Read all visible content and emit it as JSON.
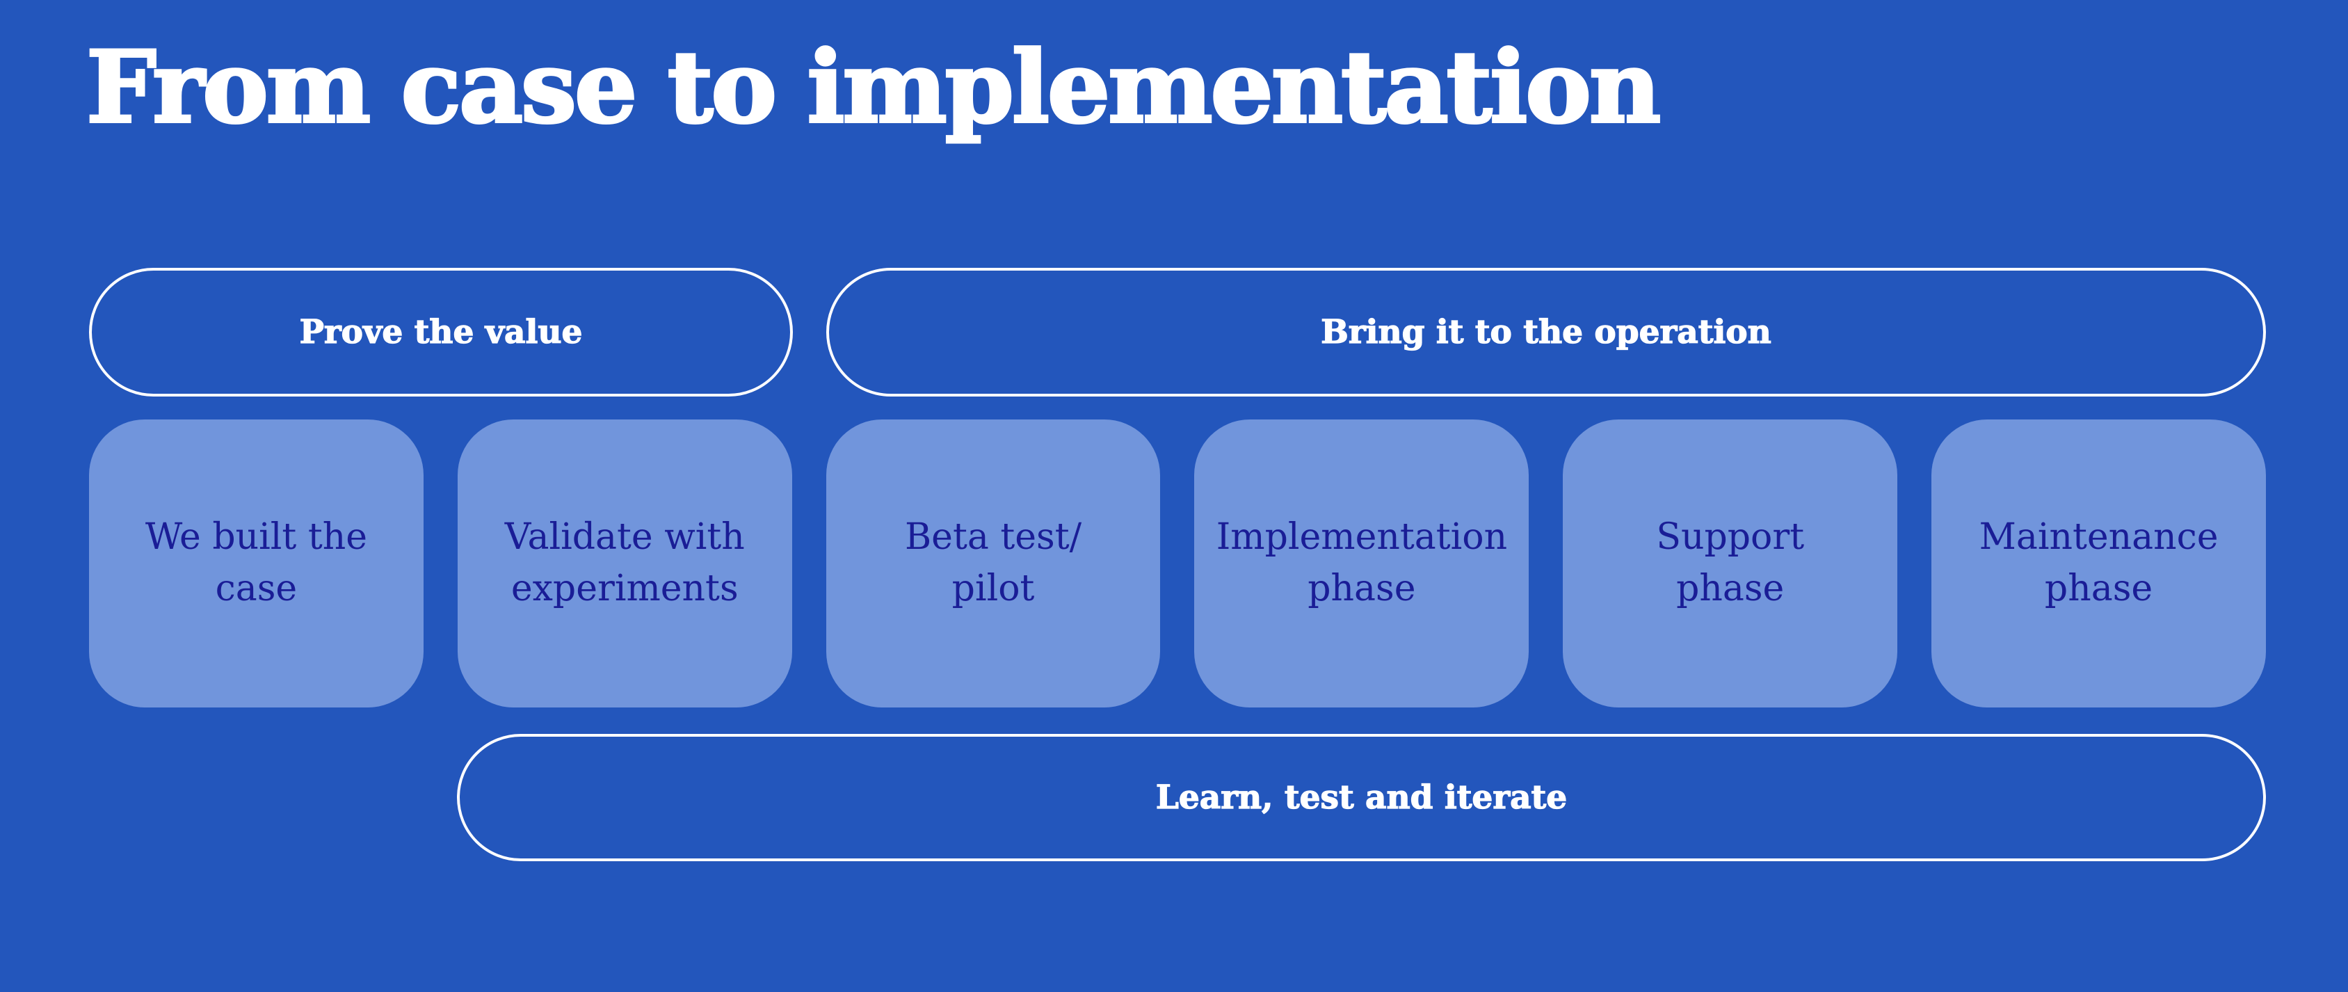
{
  "title": "From case to implementation",
  "banners": {
    "prove_value": "Prove the value",
    "bring_to_operation": "Bring it to the operation",
    "learn_test_iterate": "Learn, test and iterate"
  },
  "stages": [
    {
      "label": "We built the\ncase"
    },
    {
      "label": "Validate with\nexperiments"
    },
    {
      "label": "Beta test/\npilot"
    },
    {
      "label": "Implementation\nphase"
    },
    {
      "label": "Support\nphase"
    },
    {
      "label": "Maintenance\nphase"
    }
  ],
  "colors": {
    "background": "#2356BC",
    "card": "#7195DC",
    "card_text": "#1A1D96",
    "banner_text": "#FFFFFF",
    "banner_border": "#FFFFFF"
  }
}
